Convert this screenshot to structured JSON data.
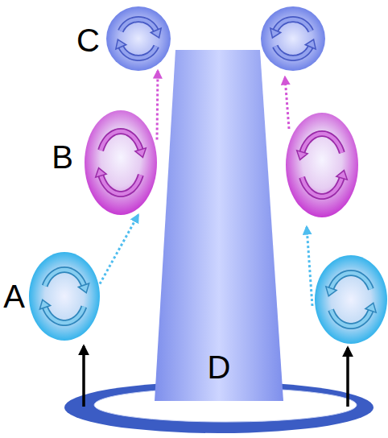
{
  "diagram": {
    "nodes": [
      {
        "text": [
          "C"
        ]
      },
      {
        "text": [
          "B"
        ]
      },
      {
        "text": [
          "A"
        ]
      },
      {
        "text": [
          "D"
        ]
      }
    ],
    "edges": [
      {
        "from": 2,
        "to": 1,
        "arrow": "to"
      },
      {
        "from": 1,
        "to": 0,
        "arrow": "to"
      }
    ]
  }
}
